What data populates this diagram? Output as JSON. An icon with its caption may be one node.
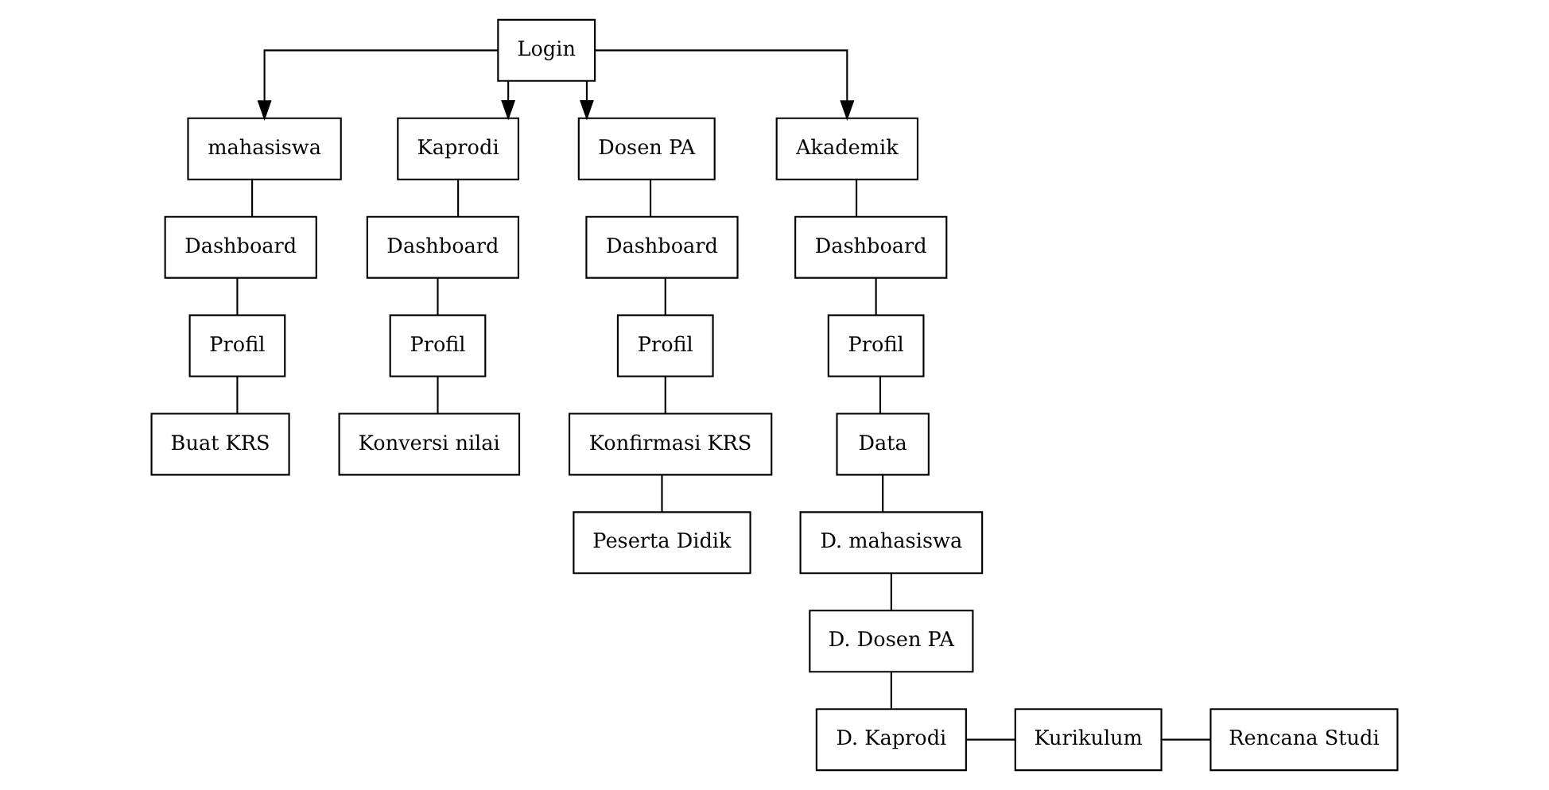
{
  "diagram": {
    "nodes": [
      {
        "text": [
          "Login"
        ]
      },
      {
        "text": [
          "mahasiswa"
        ]
      },
      {
        "text": [
          "Dashboard"
        ]
      },
      {
        "text": [
          "Profil"
        ]
      },
      {
        "text": [
          "Buat KRS"
        ]
      },
      {
        "text": [
          "Kaprodi"
        ]
      },
      {
        "text": [
          "Dashboard"
        ]
      },
      {
        "text": [
          "Profil"
        ]
      },
      {
        "text": [
          "Konversi nilai"
        ]
      },
      {
        "text": [
          "Dosen PA"
        ]
      },
      {
        "text": [
          "Dashboard"
        ]
      },
      {
        "text": [
          "Profil"
        ]
      },
      {
        "text": [
          "Konfirmasi KRS"
        ]
      },
      {
        "text": [
          "Peserta Didik"
        ]
      },
      {
        "text": [
          "Akademik"
        ]
      },
      {
        "text": [
          "Dashboard"
        ]
      },
      {
        "text": [
          "Profil"
        ]
      },
      {
        "text": [
          "Data"
        ]
      },
      {
        "text": [
          "D. mahasiswa"
        ]
      },
      {
        "text": [
          "D. Dosen PA"
        ]
      },
      {
        "text": [
          "Rencana Studi"
        ]
      },
      {
        "text": [
          "Kurikulum"
        ]
      },
      {
        "text": [
          "D. Kaprodi"
        ]
      }
    ],
    "edges": [
      {
        "from": 0,
        "to": 1,
        "arrow": "to"
      },
      {
        "from": 0,
        "to": 5,
        "arrow": "to"
      },
      {
        "from": 0,
        "to": 9,
        "arrow": "to"
      },
      {
        "from": 0,
        "to": 14,
        "arrow": "to"
      },
      {
        "from": 1,
        "to": 2,
        "arrow": "none"
      },
      {
        "from": 2,
        "to": 3,
        "arrow": "none"
      },
      {
        "from": 3,
        "to": 4,
        "arrow": "none"
      },
      {
        "from": 5,
        "to": 6,
        "arrow": "none"
      },
      {
        "from": 6,
        "to": 7,
        "arrow": "none"
      },
      {
        "from": 7,
        "to": 8,
        "arrow": "none"
      },
      {
        "from": 9,
        "to": 10,
        "arrow": "none"
      },
      {
        "from": 10,
        "to": 11,
        "arrow": "none"
      },
      {
        "from": 11,
        "to": 12,
        "arrow": "none"
      },
      {
        "from": 12,
        "to": 13,
        "arrow": "none"
      },
      {
        "from": 14,
        "to": 15,
        "arrow": "none"
      },
      {
        "from": 15,
        "to": 16,
        "arrow": "none"
      },
      {
        "from": 16,
        "to": 17,
        "arrow": "none"
      },
      {
        "from": 17,
        "to": 18,
        "arrow": "none"
      },
      {
        "from": 18,
        "to": 19,
        "arrow": "none"
      },
      {
        "from": 19,
        "to": 22,
        "arrow": "none"
      },
      {
        "from": 22,
        "to": 21,
        "arrow": "none"
      },
      {
        "from": 21,
        "to": 20,
        "arrow": "none"
      }
    ]
  }
}
